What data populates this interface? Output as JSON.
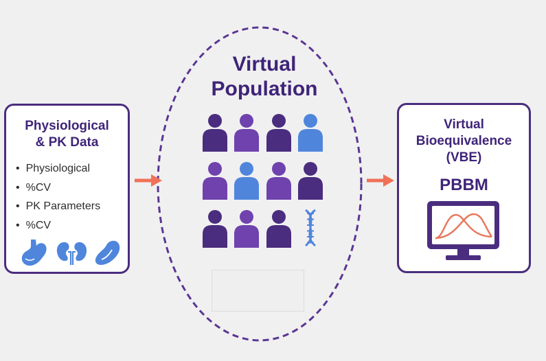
{
  "left_card": {
    "title_line1": "Physiological",
    "title_line2": "& PK Data",
    "bullets": [
      "Physiological",
      "%CV",
      "PK Parameters",
      "%CV"
    ],
    "icons": [
      "stomach-icon",
      "kidneys-icon",
      "liver-icon"
    ]
  },
  "center": {
    "title_line1": "Virtual",
    "title_line2": "Population",
    "icons": [
      "person-icon",
      "dna-icon"
    ]
  },
  "right_card": {
    "title_line1": "Virtual",
    "title_line2": "Bioequivalence",
    "title_line3": "(VBE)",
    "label": "PBBM",
    "icons": [
      "monitor-curves-icon"
    ]
  },
  "colors": {
    "dark_purple": "#4a2d7e",
    "mid_purple": "#6f42ad",
    "blue": "#4f86dc",
    "arrow": "#f07157",
    "curve": "#e8795f"
  }
}
